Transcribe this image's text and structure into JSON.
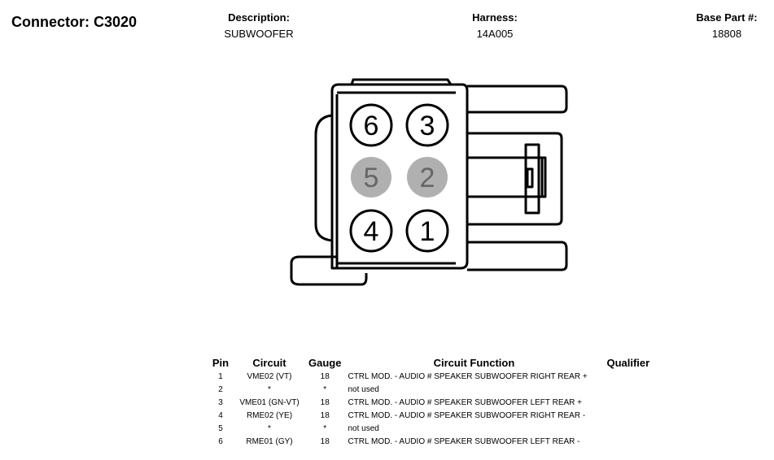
{
  "connector": {
    "label": "Connector: C3020"
  },
  "header": {
    "description": {
      "label": "Description:",
      "value": "SUBWOOFER"
    },
    "harness": {
      "label": "Harness:",
      "value": "14A005"
    },
    "base_part": {
      "label": "Base Part #:",
      "value": "18808"
    }
  },
  "diagram": {
    "pins": [
      {
        "num": "6",
        "filled": false
      },
      {
        "num": "3",
        "filled": false
      },
      {
        "num": "5",
        "filled": true
      },
      {
        "num": "2",
        "filled": true
      },
      {
        "num": "4",
        "filled": false
      },
      {
        "num": "1",
        "filled": false
      }
    ],
    "colors": {
      "stroke": "#000000",
      "unused_fill": "#b0b0b0",
      "unused_text": "#666666"
    }
  },
  "table": {
    "headers": {
      "pin": "Pin",
      "circuit": "Circuit",
      "gauge": "Gauge",
      "function": "Circuit Function",
      "qualifier": "Qualifier"
    },
    "rows": [
      {
        "pin": "1",
        "circuit": "VME02 (VT)",
        "gauge": "18",
        "function": "CTRL MOD. - AUDIO # SPEAKER SUBWOOFER RIGHT REAR +",
        "qualifier": ""
      },
      {
        "pin": "2",
        "circuit": "*",
        "gauge": "*",
        "function": "not used",
        "qualifier": ""
      },
      {
        "pin": "3",
        "circuit": "VME01 (GN-VT)",
        "gauge": "18",
        "function": "CTRL MOD. - AUDIO # SPEAKER SUBWOOFER LEFT REAR +",
        "qualifier": ""
      },
      {
        "pin": "4",
        "circuit": "RME02 (YE)",
        "gauge": "18",
        "function": "CTRL MOD. - AUDIO # SPEAKER SUBWOOFER RIGHT REAR -",
        "qualifier": ""
      },
      {
        "pin": "5",
        "circuit": "*",
        "gauge": "*",
        "function": "not used",
        "qualifier": ""
      },
      {
        "pin": "6",
        "circuit": "RME01 (GY)",
        "gauge": "18",
        "function": "CTRL MOD. - AUDIO # SPEAKER SUBWOOFER LEFT REAR -",
        "qualifier": ""
      }
    ]
  }
}
